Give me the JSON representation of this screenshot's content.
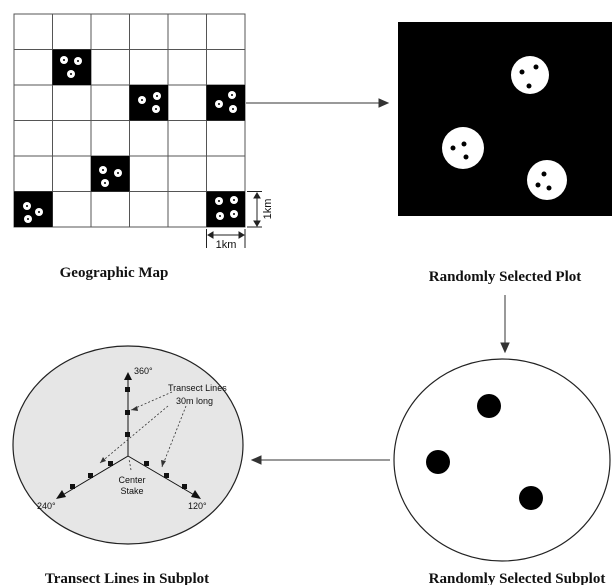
{
  "captions": {
    "geographic_map": "Geographic Map",
    "random_plot": "Randomly Selected Plot",
    "random_subplot": "Randomly Selected Subplot",
    "transect_subplot": "Transect Lines in Subplot"
  },
  "scale": {
    "vertical": "1km",
    "horizontal": "1km"
  },
  "transect": {
    "north": "360°",
    "southwest": "240°",
    "southeast": "120°",
    "lines_label_1": "Transect Lines",
    "lines_label_2": "30m long",
    "center_label_1": "Center",
    "center_label_2": "Stake"
  },
  "colors": {
    "grid_line": "#555555",
    "fill": "#000000",
    "subplot_bg": "#e6e6e6"
  }
}
